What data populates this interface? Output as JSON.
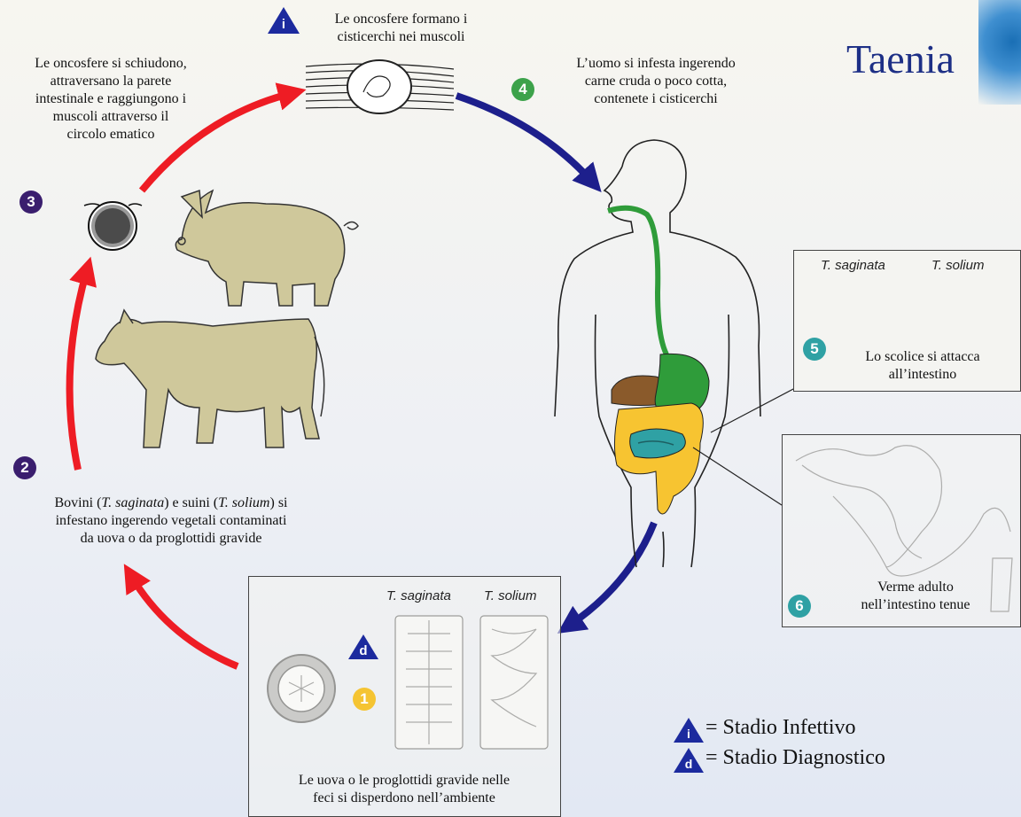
{
  "title": "Taenia",
  "steps": {
    "s1": {
      "number": "1"
    },
    "s2": {
      "number": "2",
      "text": [
        "Bovini (",
        "T. saginata",
        ") e suini (",
        "T. solium",
        ") si",
        "infestano ingerendo vegetali contaminati",
        "da uova o da proglottidi gravide"
      ]
    },
    "s3": {
      "number": "3",
      "text": [
        "Le oncosfere si schiudono,",
        "attraversano la parete",
        "intestinale e raggiungono i",
        "muscoli attraverso il",
        "circolo ematico"
      ]
    },
    "s4": {
      "number": "4",
      "text": [
        "L’uomo si infesta ingerendo",
        "carne cruda o poco cotta,",
        "contenete i cisticerchi"
      ]
    },
    "s5": {
      "number": "5",
      "text": [
        "Lo scolice si attacca",
        "all’intestino"
      ]
    },
    "s6": {
      "number": "6",
      "text": [
        "Verme adulto",
        "nell’intestino tenue"
      ]
    },
    "infective_top": {
      "badge": "i",
      "text": [
        "Le oncosfere formano i",
        "cisticerchi nei muscoli"
      ]
    },
    "box_bottom": {
      "badge": "d",
      "species": [
        "T. saginata",
        "T. solium"
      ],
      "text": [
        "Le uova o le proglottidi gravide nelle",
        "feci si disperdono nell’ambiente"
      ]
    },
    "box_scolex": {
      "species": [
        "T. saginata",
        "T. solium"
      ]
    }
  },
  "legend": [
    {
      "badge": "i",
      "label": "= Stadio Infettivo"
    },
    {
      "badge": "d",
      "label": "= Stadio Diagnostico"
    }
  ],
  "colors": {
    "infective_arrow": "#1d1f8c",
    "host_arrow": "#ee1c24",
    "badge": "#1c2a9e",
    "animal": "#cfc89b",
    "intestine_yellow": "#f7c431",
    "intestine_teal": "#2fa1a4",
    "stomach_green": "#2f9c3a",
    "liver_brown": "#8a5a2b"
  }
}
